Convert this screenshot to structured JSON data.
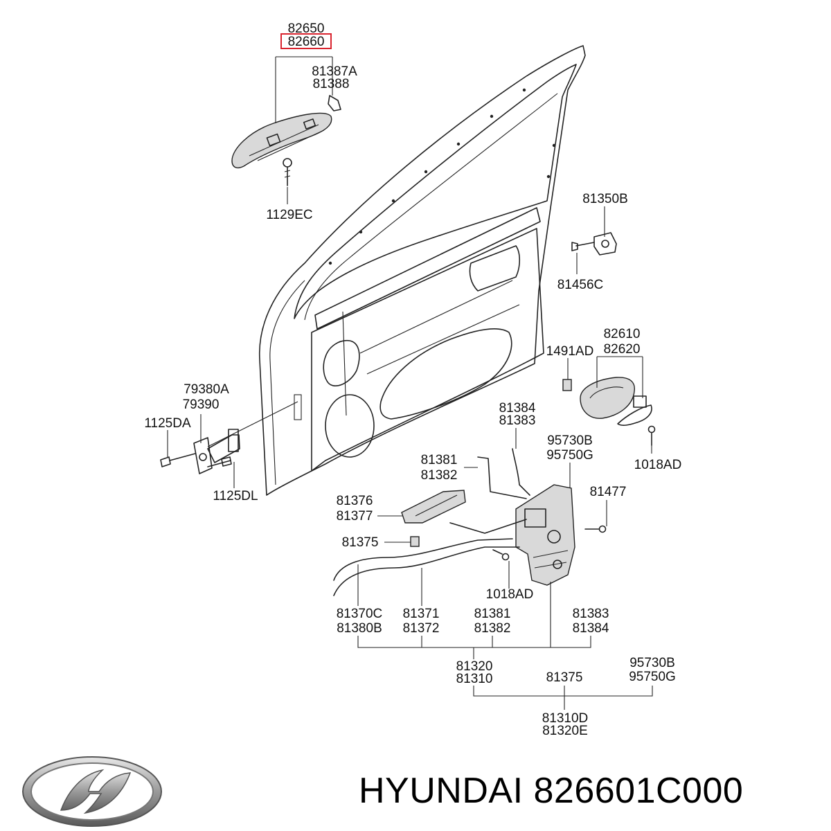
{
  "highlight_color": "#d9232e",
  "labels": {
    "l82650": "82650",
    "l82660": "82660",
    "l81387a": "81387A",
    "l81388": "81388",
    "l1129ec": "1129EC",
    "l81350b": "81350B",
    "l81456c": "81456C",
    "l82610": "82610",
    "l82620": "82620",
    "l1491ad": "1491AD",
    "l1018ad_a": "1018AD",
    "l79380a": "79380A",
    "l79390": "79390",
    "l1125da": "1125DA",
    "l1125dl": "1125DL",
    "l81384_a": "81384",
    "l81383_a": "81383",
    "l95730b_a": "95730B",
    "l95750g_a": "95750G",
    "l81381_a": "81381",
    "l81382_a": "81382",
    "l81477": "81477",
    "l81376": "81376",
    "l81377": "81377",
    "l81375_a": "81375",
    "l1018ad_b": "1018AD",
    "l81370c": "81370C",
    "l81380b": "81380B",
    "l81371": "81371",
    "l81372": "81372",
    "l81381_b": "81381",
    "l81382_b": "81382",
    "l81383_b": "81383",
    "l81384_b": "81384",
    "l81320_a": "81320",
    "l81310_a": "81310",
    "l81375_b": "81375",
    "l95730b_b": "95730B",
    "l95750g_b": "95750G",
    "l81310d": "81310D",
    "l81320e": "81320E"
  },
  "footer": {
    "brand": "HYUNDAI",
    "part_number": "826601C000",
    "logo_icon": "hyundai-logo-icon"
  }
}
